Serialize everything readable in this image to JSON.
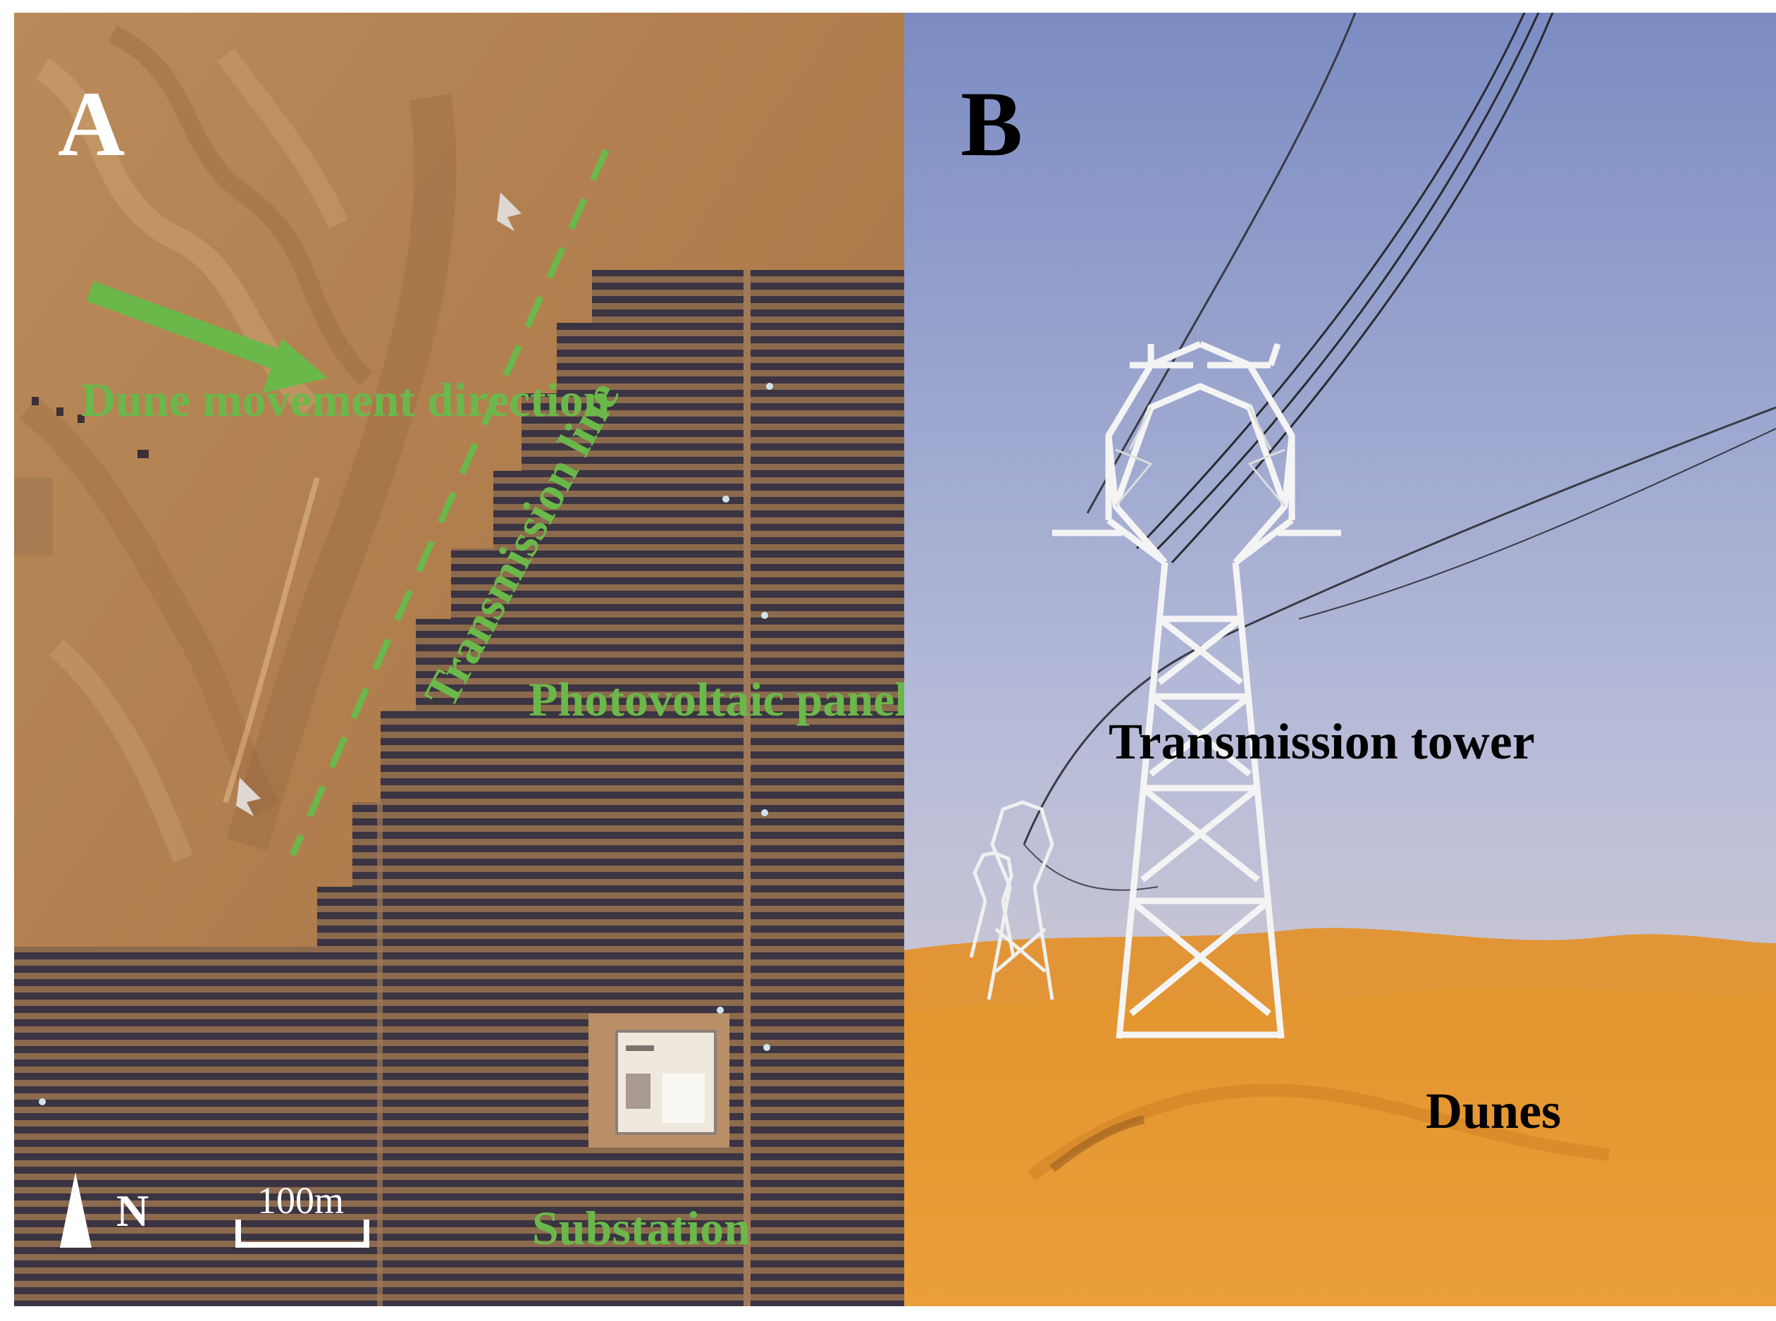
{
  "figure": {
    "panel_a": {
      "letter": "A",
      "dune_direction": "Dune movement direction",
      "transmission_line": "Transmission line",
      "photovoltaic": "Photovoltaic panels",
      "substation": "Substation",
      "north": "N",
      "scale": "100m"
    },
    "panel_b": {
      "letter": "B",
      "tower": "Transmission tower",
      "dunes": "Dunes"
    }
  },
  "colors": {
    "annotation_green": "#6bb84a",
    "sand": "#b88653",
    "panel_row": "#3a3442",
    "sky_top": "#7e8ec4",
    "dune_orange": "#e79b33"
  }
}
